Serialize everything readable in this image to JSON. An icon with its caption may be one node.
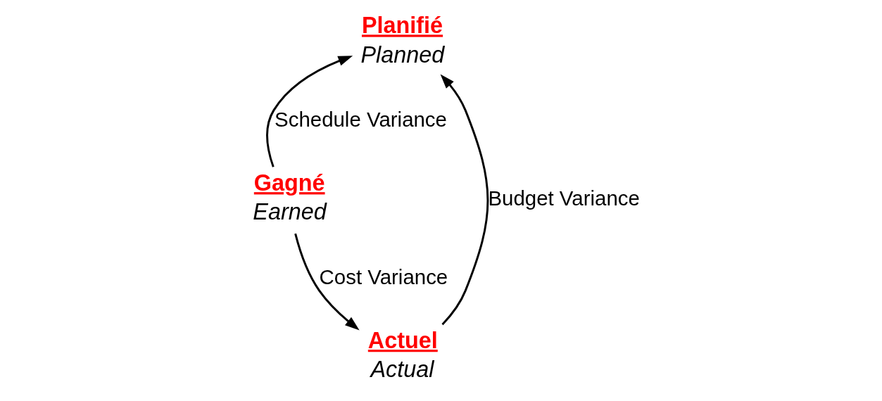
{
  "diagram": {
    "nodes": [
      {
        "text": [
          "Planifié",
          "Planned"
        ]
      },
      {
        "text": [
          "Gagné",
          "Earned"
        ]
      },
      {
        "text": [
          "Actuel",
          "Actual"
        ]
      }
    ],
    "edges": [
      {
        "from": 2,
        "to": 0,
        "arrow": "to",
        "label": "Budget Variance"
      },
      {
        "from": 1,
        "to": 0,
        "arrow": "to",
        "label": "Schedule Variance"
      },
      {
        "from": 1,
        "to": 2,
        "arrow": "to",
        "label": "Cost Variance"
      }
    ]
  }
}
